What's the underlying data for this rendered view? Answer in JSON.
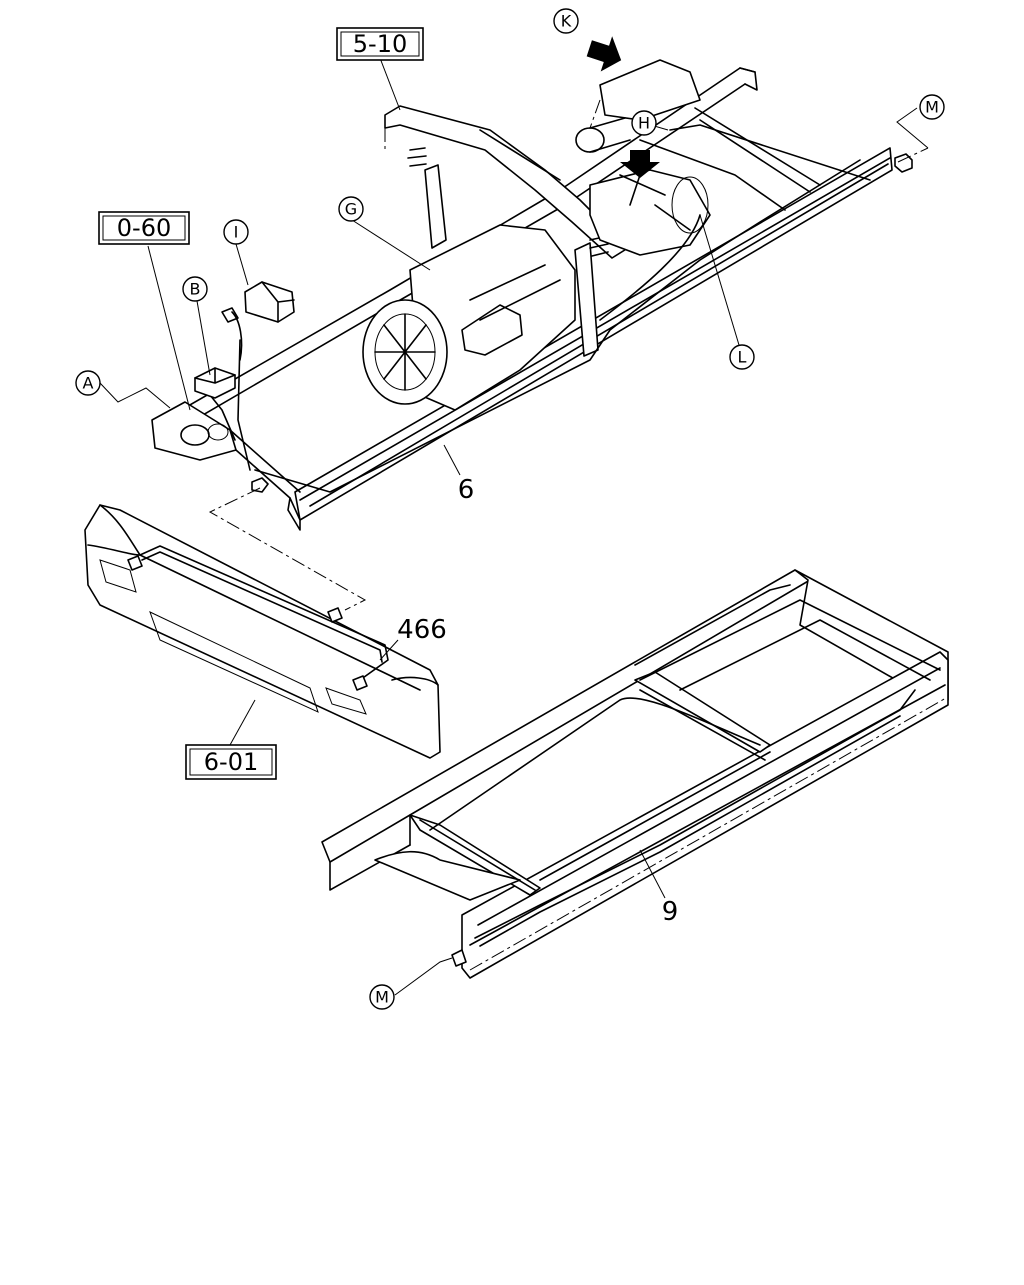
{
  "diagram": {
    "reference_boxes": {
      "top": "5-10",
      "left": "0-60",
      "bumper": "6-01"
    },
    "part_numbers": {
      "main_harness": "6",
      "bumper_harness": "466",
      "rear_harness": "9"
    },
    "callouts": {
      "A": "A",
      "B": "B",
      "G": "G",
      "H": "H",
      "I": "I",
      "K": "K",
      "L": "L",
      "M_top": "M",
      "M_bottom": "M"
    }
  }
}
